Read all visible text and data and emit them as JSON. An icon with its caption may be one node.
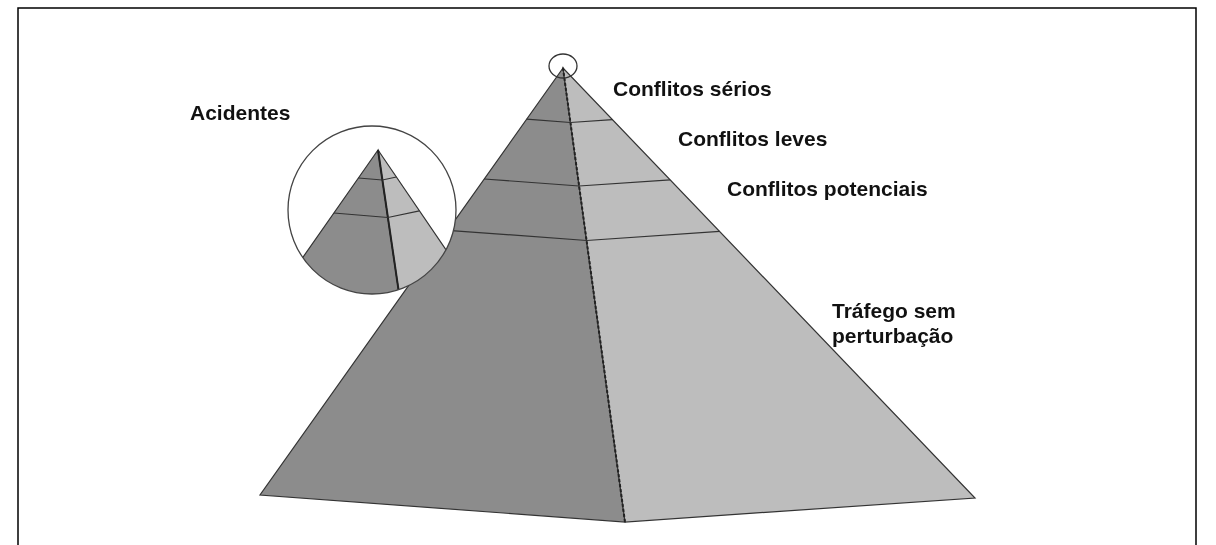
{
  "diagram": {
    "labels": [
      "Acidentes",
      "Conflitos sérios",
      "Conflitos leves",
      "Conflitos potenciais",
      "Tráfego sem perturbação"
    ]
  }
}
